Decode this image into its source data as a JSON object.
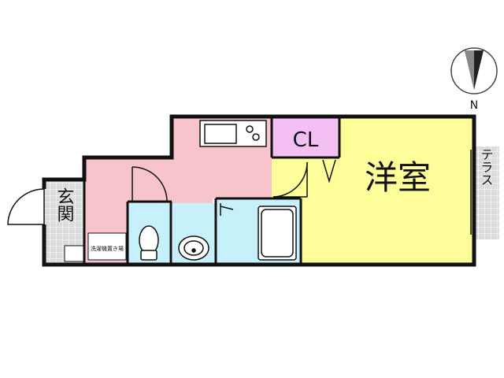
{
  "rooms": {
    "western_room": "洋室",
    "closet": "CL",
    "terrace": "テラス",
    "entrance": "玄関",
    "washer_space": "洗濯機置き場"
  },
  "compass": {
    "north": "N"
  },
  "colors": {
    "western_room": "#fdfd9a",
    "kitchen_hall": "#f8c4cc",
    "wet_areas": "#c6f0fa",
    "closet": "#f4c0f4",
    "tile": "#dcdcdc",
    "wall": "#111111"
  }
}
